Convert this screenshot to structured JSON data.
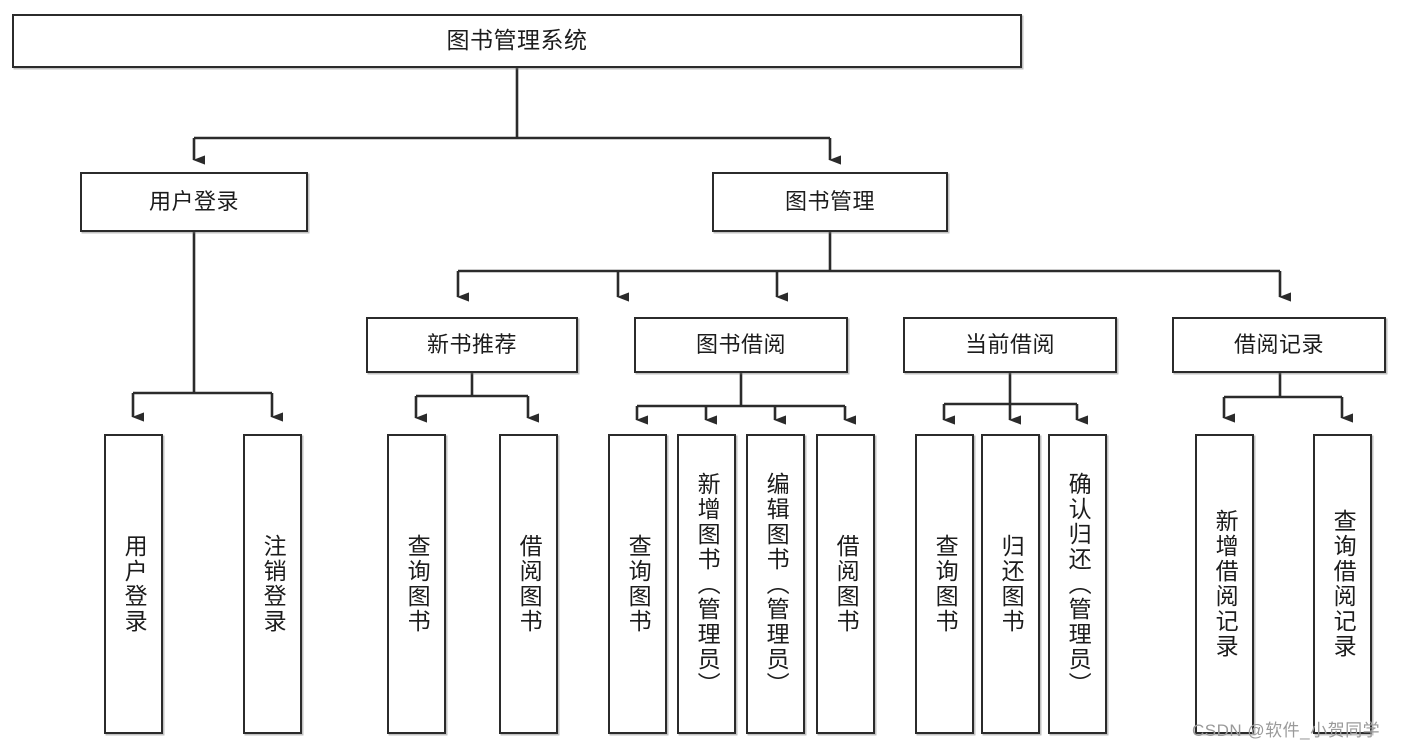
{
  "diagram": {
    "type": "tree",
    "title": "图书管理系统",
    "root": {
      "label": "图书管理系统"
    },
    "level2": [
      {
        "label": "用户登录"
      },
      {
        "label": "图书管理"
      }
    ],
    "level3": [
      {
        "label": "新书推荐"
      },
      {
        "label": "图书借阅"
      },
      {
        "label": "当前借阅"
      },
      {
        "label": "借阅记录"
      }
    ],
    "leaves": {
      "user_login": [
        {
          "label": "用户登录"
        },
        {
          "label": "注销登录"
        }
      ],
      "new_book_recommend": [
        {
          "label": "查询图书"
        },
        {
          "label": "借阅图书"
        }
      ],
      "book_borrow": [
        {
          "label": "查询图书"
        },
        {
          "label": "新增图书（管理员）"
        },
        {
          "label": "编辑图书（管理员）"
        },
        {
          "label": "借阅图书"
        }
      ],
      "current_borrow": [
        {
          "label": "查询图书"
        },
        {
          "label": "归还图书"
        },
        {
          "label": "确认归还（管理员）"
        }
      ],
      "borrow_record": [
        {
          "label": "新增借阅记录"
        },
        {
          "label": "查询借阅记录"
        }
      ]
    },
    "colors": {
      "stroke": "#2b2b2b",
      "fill": "#ffffff",
      "text": "#1c1c1c",
      "watermark": "#9a9a9a"
    }
  },
  "watermark": {
    "text": "CSDN @软件_小贺同学"
  }
}
